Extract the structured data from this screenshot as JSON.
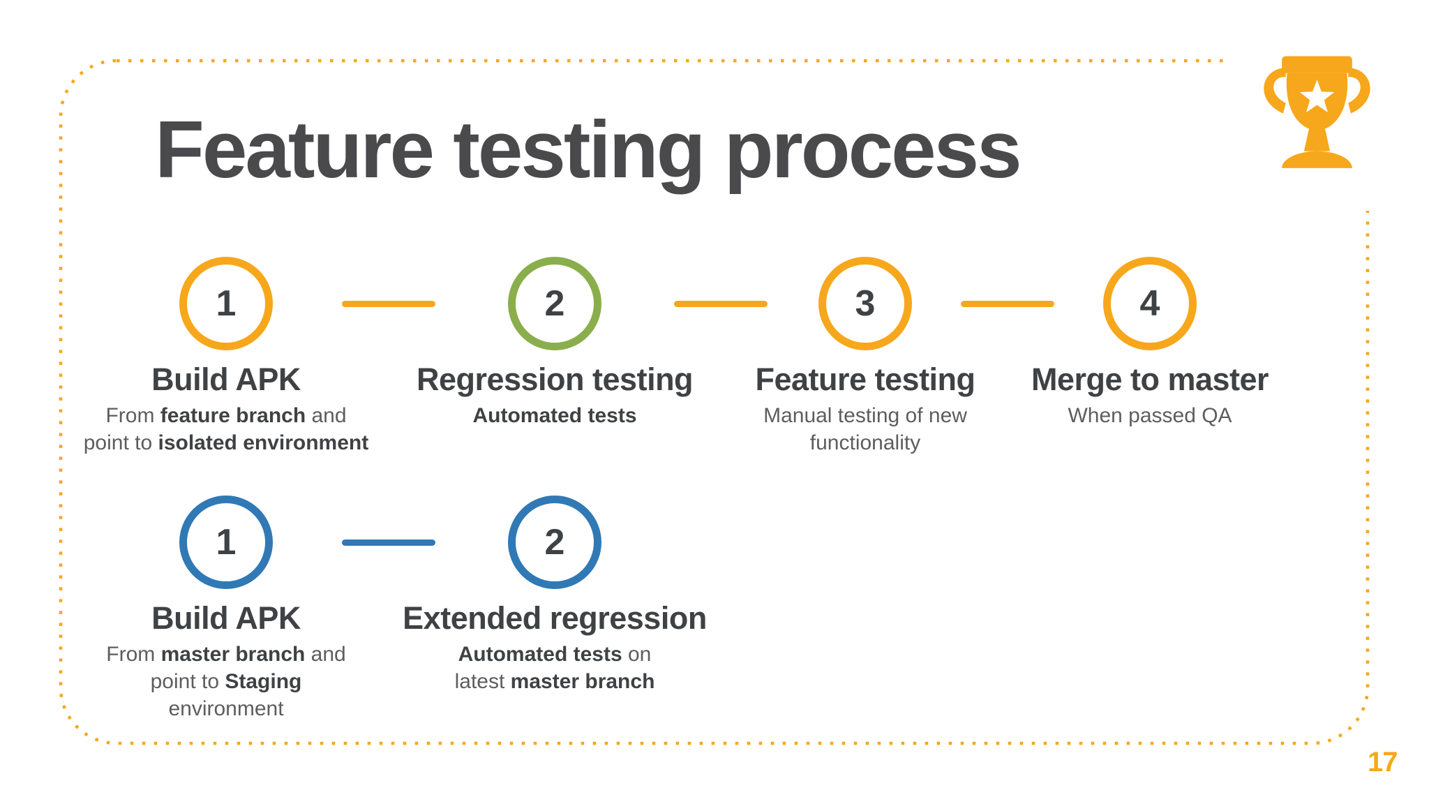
{
  "slide": {
    "title": "Feature testing process",
    "page_number": "17",
    "colors": {
      "accent": "#F7A71B",
      "green": "#8BAE4C",
      "blue": "#3079B5",
      "title_text": "#4A4A4D",
      "step_title_text": "#3F4245",
      "description_text": "#5D5D5D",
      "description_bold_text": "#3F4245"
    },
    "icons": {
      "top_right": "trophy-icon"
    }
  },
  "rows": [
    {
      "connector_color": "#F7A71B",
      "steps": [
        {
          "number": "1",
          "circle_color": "#F7A71B",
          "title": "Build APK",
          "desc_lines": [
            [
              {
                "t": "From ",
                "b": false
              },
              {
                "t": "feature branch",
                "b": true
              },
              {
                "t": " and",
                "b": false
              }
            ],
            [
              {
                "t": "point to ",
                "b": false
              },
              {
                "t": "isolated environment",
                "b": true
              }
            ]
          ]
        },
        {
          "number": "2",
          "circle_color": "#8BAE4C",
          "title": "Regression testing",
          "desc_lines": [
            [
              {
                "t": "Automated tests",
                "b": true
              }
            ]
          ]
        },
        {
          "number": "3",
          "circle_color": "#F7A71B",
          "title": "Feature testing",
          "desc_lines": [
            [
              {
                "t": "Manual testing of new",
                "b": false
              }
            ],
            [
              {
                "t": "functionality",
                "b": false
              }
            ]
          ]
        },
        {
          "number": "4",
          "circle_color": "#F7A71B",
          "title": "Merge to master",
          "desc_lines": [
            [
              {
                "t": "When passed QA",
                "b": false
              }
            ]
          ]
        }
      ]
    },
    {
      "connector_color": "#3079B5",
      "steps": [
        {
          "number": "1",
          "circle_color": "#3079B5",
          "title": "Build APK",
          "desc_lines": [
            [
              {
                "t": "From ",
                "b": false
              },
              {
                "t": "master branch",
                "b": true
              },
              {
                "t": " and",
                "b": false
              }
            ],
            [
              {
                "t": "point to ",
                "b": false
              },
              {
                "t": "Staging",
                "b": true
              }
            ],
            [
              {
                "t": "environment",
                "b": false
              }
            ]
          ]
        },
        {
          "number": "2",
          "circle_color": "#3079B5",
          "title": "Extended regression",
          "desc_lines": [
            [
              {
                "t": "Automated tests",
                "b": true
              },
              {
                "t": " on",
                "b": false
              }
            ],
            [
              {
                "t": "latest ",
                "b": false
              },
              {
                "t": "master branch",
                "b": true
              }
            ]
          ]
        }
      ]
    }
  ]
}
